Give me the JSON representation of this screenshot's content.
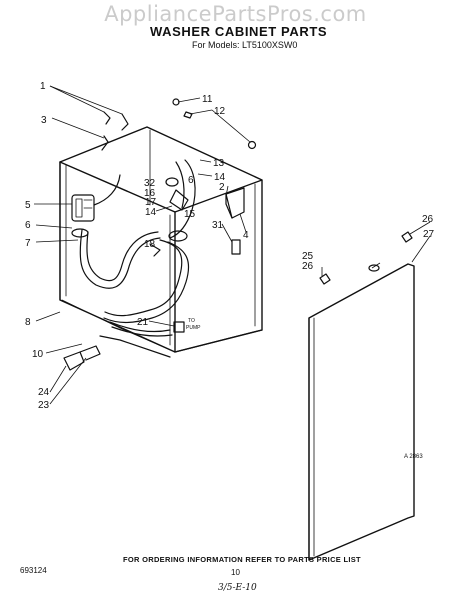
{
  "watermark": "AppliancePartsPros.com",
  "title": "WASHER CABINET PARTS",
  "subtitle": "For Models: LT5100XSW0",
  "callouts": {
    "c1": "1",
    "c2": "2",
    "c3": "3",
    "c4": "4",
    "c5": "5",
    "c6a": "6",
    "c6b": "6",
    "c7": "7",
    "c8": "8",
    "c10": "10",
    "c11": "11",
    "c12": "12",
    "c13": "13",
    "c14a": "14",
    "c14b": "14",
    "c15": "15",
    "c16": "16",
    "c17": "17",
    "c18": "18",
    "c21": "21",
    "c23": "23",
    "c24": "24",
    "c25": "25",
    "c26a": "26",
    "c26b": "26",
    "c27": "27",
    "c31": "31",
    "c32": "32"
  },
  "pump_label_to": "TO",
  "pump_label_pump": "PUMP",
  "figure_ref": "A 2863",
  "footer": {
    "order_note": "FOR ORDERING INFORMATION REFER TO PARTS PRICE LIST",
    "doc_id": "693124",
    "page": "10",
    "handwritten": "3/5-E-10"
  }
}
